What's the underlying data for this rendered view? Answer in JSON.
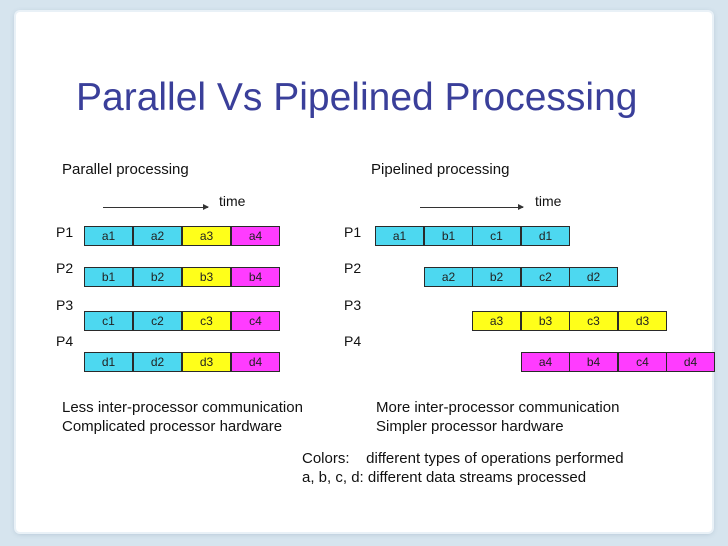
{
  "title": "Parallel Vs Pipelined Processing",
  "parallel": {
    "heading": "Parallel processing",
    "time_label": "time",
    "processors": [
      "P1",
      "P2",
      "P3",
      "P4"
    ],
    "rows": [
      [
        "a1",
        "a2",
        "a3",
        "a4"
      ],
      [
        "b1",
        "b2",
        "b3",
        "b4"
      ],
      [
        "c1",
        "c2",
        "c3",
        "c4"
      ],
      [
        "d1",
        "d2",
        "d3",
        "d4"
      ]
    ],
    "notes": [
      "Less inter-processor communication",
      "Complicated processor hardware"
    ]
  },
  "pipelined": {
    "heading": "Pipelined processing",
    "time_label": "time",
    "processors": [
      "P1",
      "P2",
      "P3",
      "P4"
    ],
    "rows": [
      [
        "a1",
        "b1",
        "c1",
        "d1"
      ],
      [
        "a2",
        "b2",
        "c2",
        "d2"
      ],
      [
        "a3",
        "b3",
        "c3",
        "d3"
      ],
      [
        "a4",
        "b4",
        "c4",
        "d4"
      ]
    ],
    "notes": [
      "More inter-processor communication",
      "Simpler processor hardware"
    ]
  },
  "legend": {
    "line1": "Colors:    different types of operations performed",
    "line2": "a, b, c, d: different data streams processed"
  },
  "colors": {
    "op1": "#4dd8f0",
    "op2": "#4dd8f0",
    "op3": "#ffff1a",
    "op4": "#ff3cff",
    "title": "#3a3f9a"
  }
}
